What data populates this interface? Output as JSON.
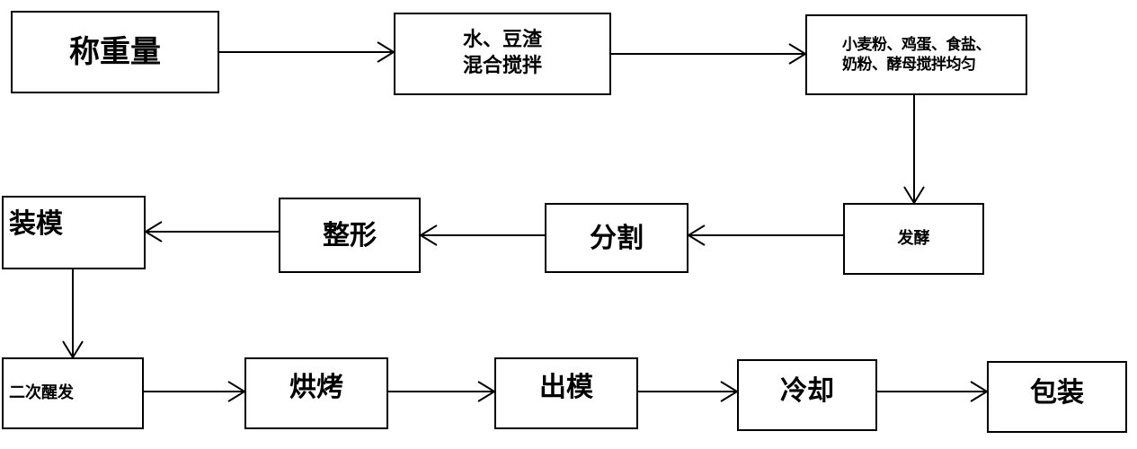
{
  "steps": {
    "weigh": "称重量",
    "mix1": [
      "水、豆渣",
      "混合搅拌"
    ],
    "mix2": [
      "小麦粉、鸡蛋、食盐、",
      "奶粉、酵母搅拌均匀"
    ],
    "ferment": "发酵",
    "divide": "分割",
    "shape": "整形",
    "mold": "装模",
    "proof": "二次醒发",
    "bake": "烘烤",
    "demold": "出模",
    "cool": "冷却",
    "pack": "包装"
  }
}
